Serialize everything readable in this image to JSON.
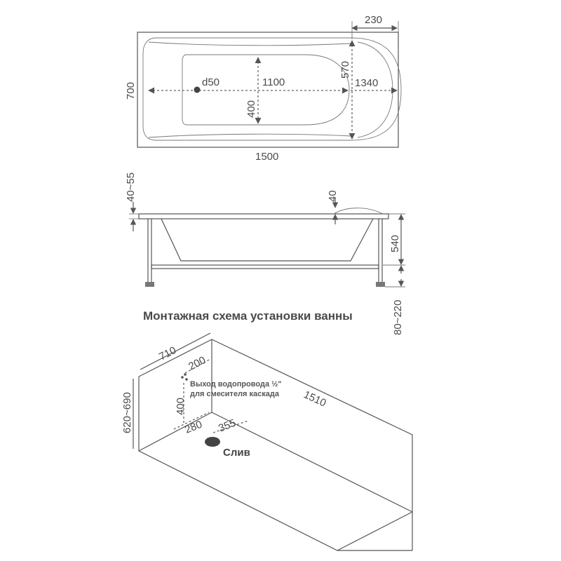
{
  "top_view": {
    "width_mm": "700",
    "overall_length_mm": "1500",
    "inner_length_mm": "1100",
    "inner_width_mm": "400",
    "drain_label": "d50",
    "headrest_length_mm": "1340",
    "headrest_width_mm": "570",
    "headrest_offset_mm": "230"
  },
  "side_view": {
    "rim_thickness_mm": "40~55",
    "headrest_drop_mm": "40",
    "depth_mm": "540",
    "leg_height_mm": "80~220"
  },
  "title": "Монтажная схема установки ванны",
  "installation": {
    "wall_width_mm": "710",
    "wall_length_mm": "1510",
    "wall_height_mm": "620~690",
    "water_outlet_offset_mm": "200",
    "water_outlet_height_mm": "400",
    "drain_offset_x_mm": "280",
    "drain_offset_y_mm": "355",
    "note_line1": "Выход водопровода ½\"",
    "note_line2": "для смесителя каскада",
    "drain_label": "Слив"
  },
  "colors": {
    "line": "#555555",
    "text": "#4a4a4a"
  }
}
